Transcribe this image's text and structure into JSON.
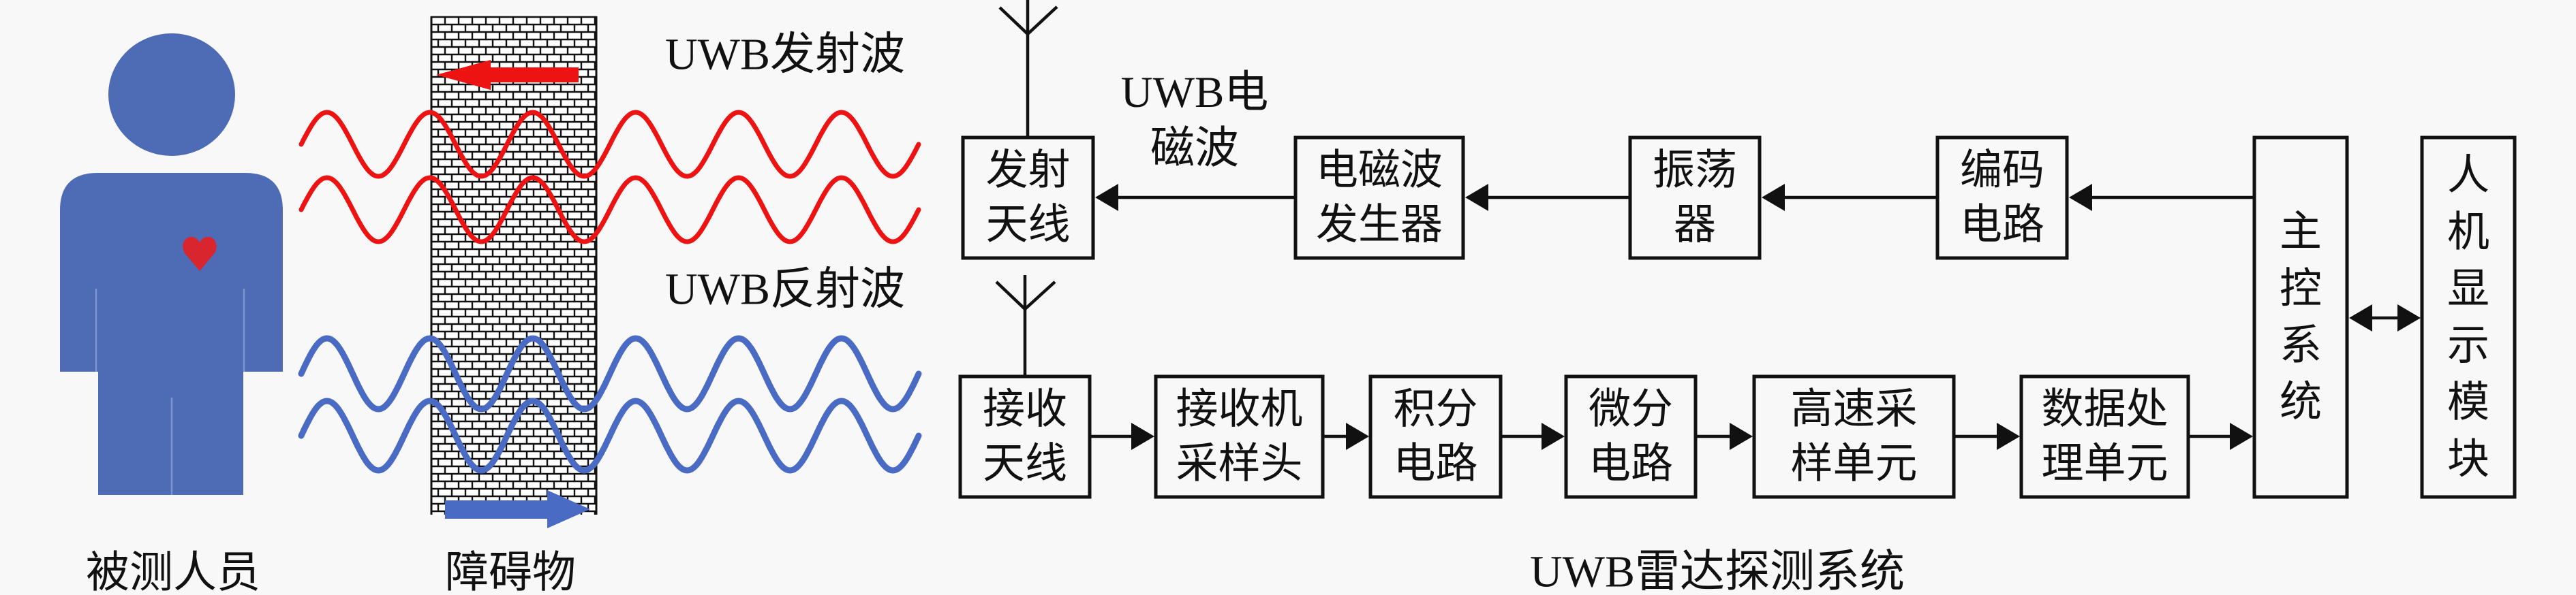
{
  "scene": {
    "transmitted_wave_label": "UWB发射波",
    "reflected_wave_label": "UWB反射波",
    "person_label": "被测人员",
    "obstacle_label": "障碍物",
    "transmitted_direction": "left",
    "reflected_direction": "right"
  },
  "system": {
    "caption": "UWB雷达探测系统",
    "em_wave_label": {
      "lines": [
        "UWB电",
        "磁波"
      ]
    },
    "blocks": {
      "tx_antenna": {
        "lines": [
          "发射",
          "天线"
        ]
      },
      "em_generator": {
        "lines": [
          "电磁波",
          "发生器"
        ]
      },
      "oscillator": {
        "lines": [
          "振荡",
          "器"
        ]
      },
      "encoder": {
        "lines": [
          "编码",
          "电路"
        ]
      },
      "main_control": {
        "label": "主控系统"
      },
      "hmi_display": {
        "label": "人机显示模块"
      },
      "rx_antenna": {
        "lines": [
          "接收",
          "天线"
        ]
      },
      "receiver_sampler": {
        "lines": [
          "接收机",
          "采样头"
        ]
      },
      "integrator": {
        "lines": [
          "积分",
          "电路"
        ]
      },
      "differentiator": {
        "lines": [
          "微分",
          "电路"
        ]
      },
      "hs_sampler": {
        "lines": [
          "高速采",
          "样单元"
        ]
      },
      "data_processor": {
        "lines": [
          "数据处",
          "理单元"
        ]
      }
    },
    "connections": [
      {
        "from": "main_control",
        "to": "encoder"
      },
      {
        "from": "encoder",
        "to": "oscillator"
      },
      {
        "from": "oscillator",
        "to": "em_generator"
      },
      {
        "from": "em_generator",
        "to": "tx_antenna"
      },
      {
        "from": "rx_antenna",
        "to": "receiver_sampler"
      },
      {
        "from": "receiver_sampler",
        "to": "integrator"
      },
      {
        "from": "integrator",
        "to": "differentiator"
      },
      {
        "from": "differentiator",
        "to": "hs_sampler"
      },
      {
        "from": "hs_sampler",
        "to": "data_processor"
      },
      {
        "from": "data_processor",
        "to": "main_control"
      },
      {
        "from": "main_control",
        "to": "hmi_display",
        "bidirectional": true
      }
    ]
  },
  "colors": {
    "background": "#f8f8f8",
    "person": "#4e6bb6",
    "person_seam": "#7d95d2",
    "heart": "#d9252e",
    "transmit": "#ee1313",
    "reflect": "#4a6bc4",
    "mortar": "#111111",
    "brick": "#ffffff"
  }
}
